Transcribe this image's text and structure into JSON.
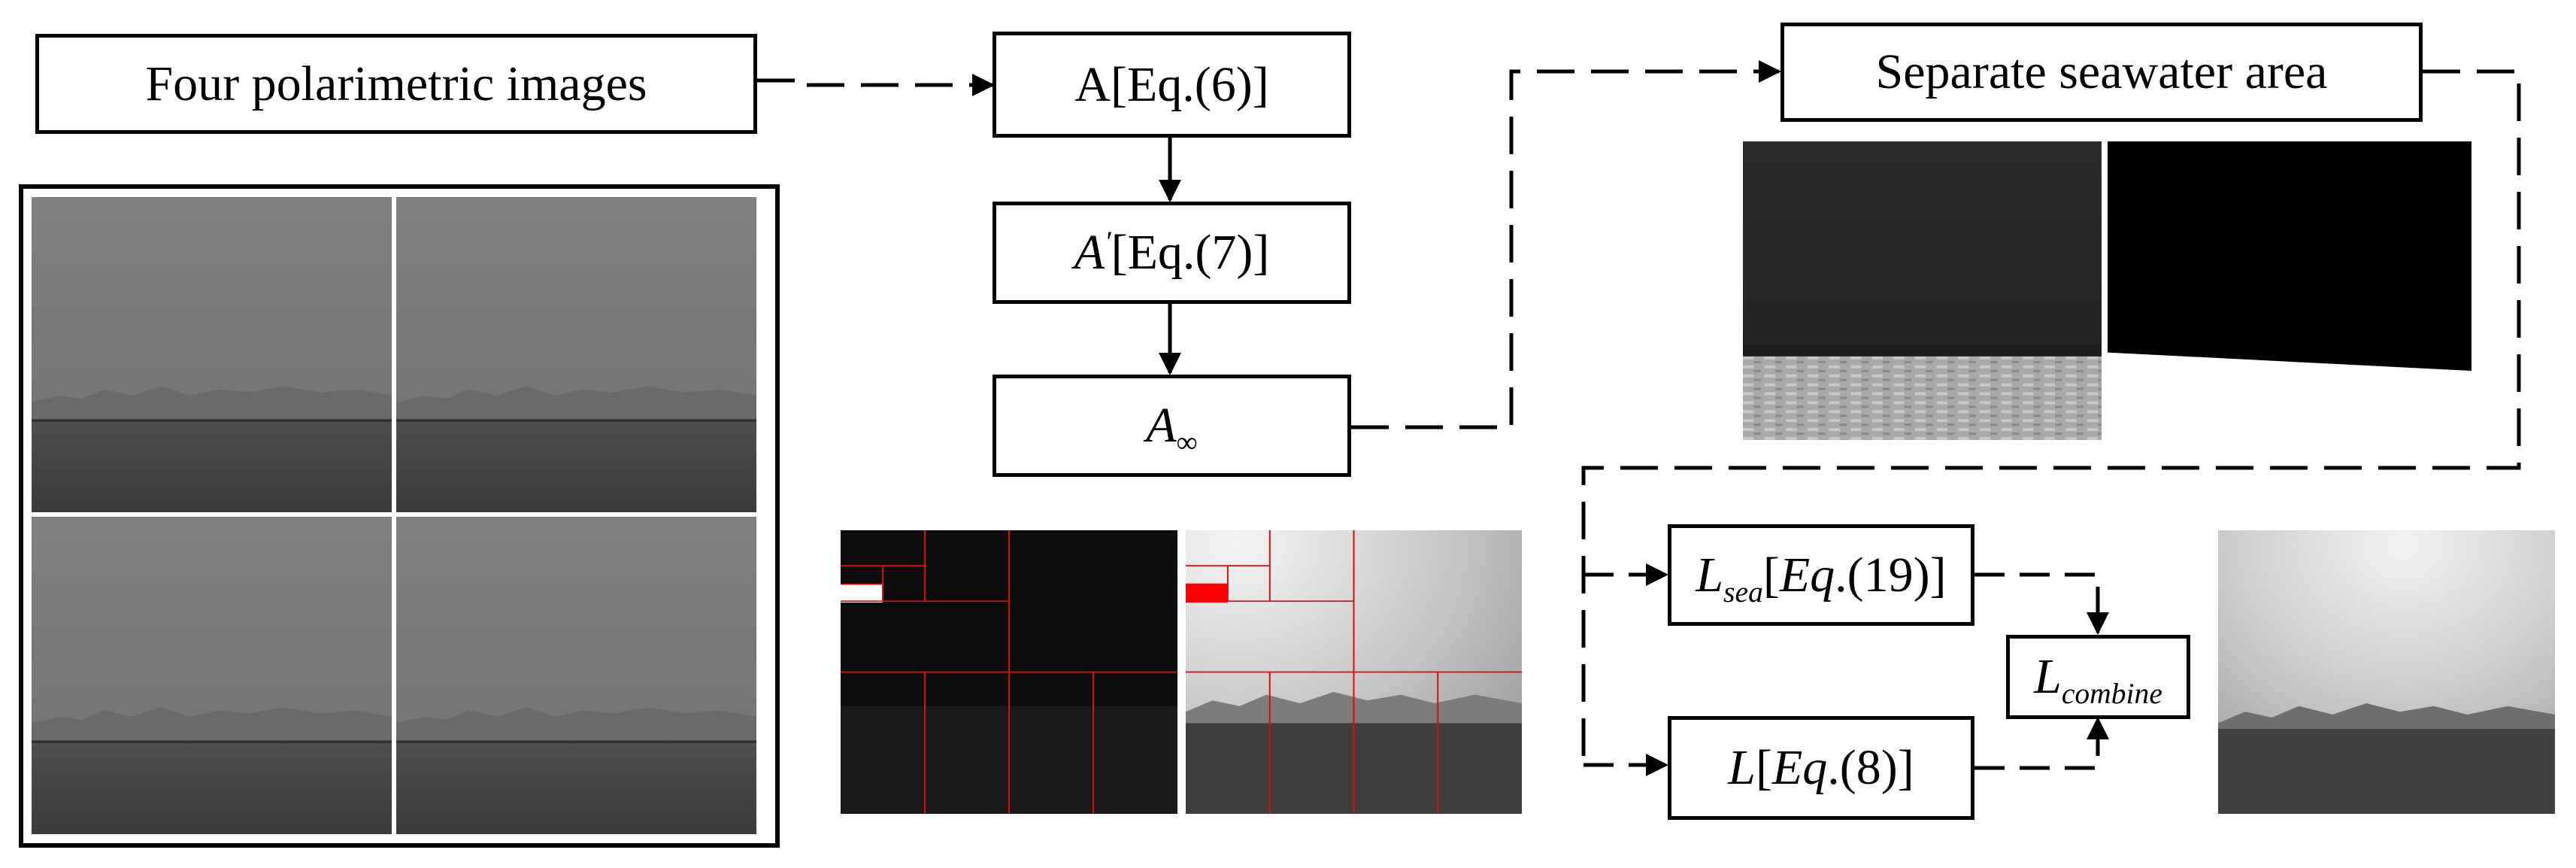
{
  "labels": {
    "input_title": "Four polarimetric images",
    "a_eq6": "A[Eq.(6)]",
    "a_prime_sym": "A",
    "a_prime_mark": "′",
    "a_prime_eq": "[Eq.(7)]",
    "a_inf_sym": "A",
    "a_inf_sub": "∞",
    "separate": "Separate seawater area",
    "lsea_sym": "L",
    "lsea_sub": "sea",
    "lsea_open": "[",
    "lsea_eq": "Eq",
    "lsea_ref": ".(19)]",
    "l_sym": "L",
    "l_open": "[",
    "l_eq": "Eq",
    "l_ref": ".(8)]",
    "lcomb_sym": "L",
    "lcomb_sub": "combine"
  },
  "colors": {
    "line": "#000000",
    "quadtree_line": "#d21010",
    "highlight": "#ff0000"
  }
}
